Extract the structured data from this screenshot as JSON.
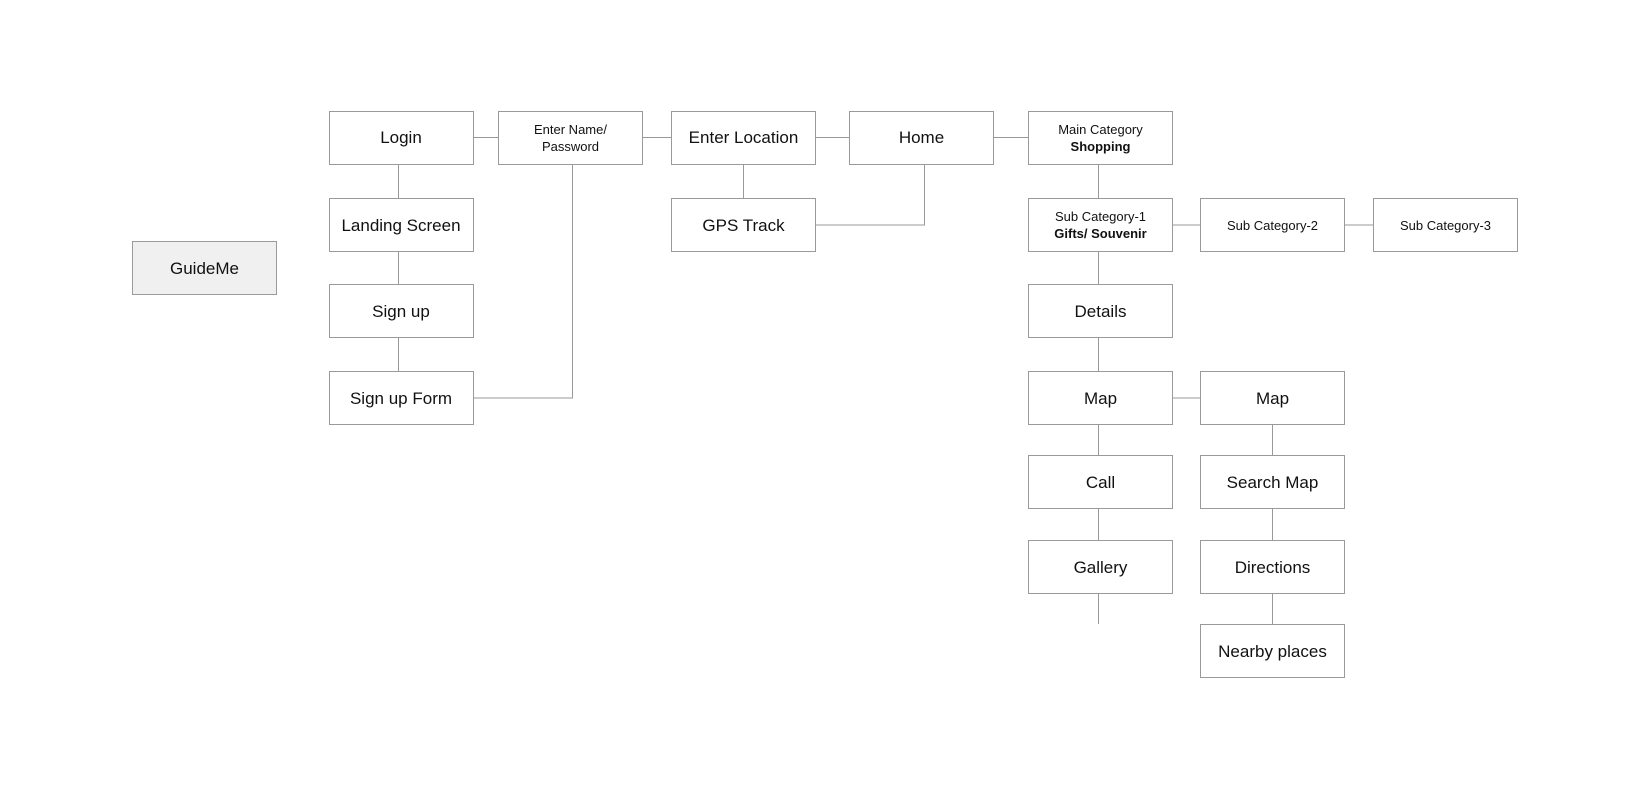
{
  "root": {
    "label": "GuideMe"
  },
  "nodes": {
    "login": "Login",
    "enter_name": [
      "Enter Name/",
      "Password"
    ],
    "enter_location": "Enter Location",
    "home": "Home",
    "main_category": {
      "line1": "Main Category",
      "line2": "Shopping"
    },
    "landing_screen": "Landing Screen",
    "sign_up": "Sign up",
    "sign_up_form": "Sign up Form",
    "gps_track": "GPS Track",
    "sub_category_1": {
      "line1": "Sub Category-1",
      "line2": "Gifts/ Souvenir"
    },
    "sub_category_2": "Sub Category-2",
    "sub_category_3": "Sub Category-3",
    "details": "Details",
    "map": "Map",
    "map_2": "Map",
    "call": "Call",
    "search_map": "Search Map",
    "gallery": "Gallery",
    "directions": "Directions",
    "nearby_places": "Nearby places"
  }
}
